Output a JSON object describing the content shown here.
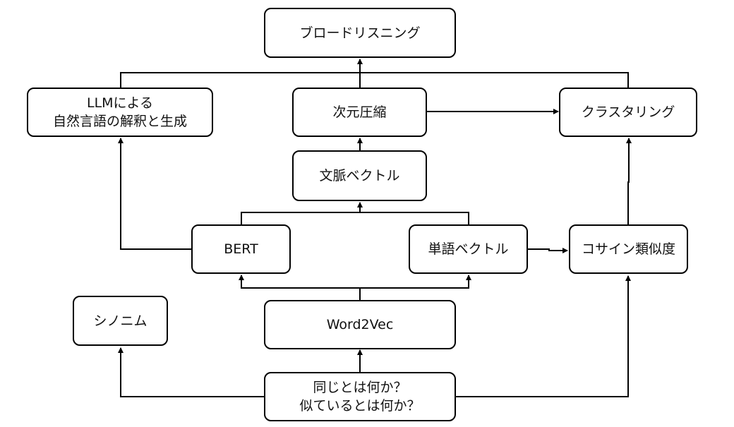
{
  "diagram": {
    "nodes": {
      "broad_listening": "ブロードリスニング",
      "llm": "LLMによる\n自然言語の解釈と生成",
      "dim_reduction": "次元圧縮",
      "clustering": "クラスタリング",
      "context_vector": "文脈ベクトル",
      "bert": "BERT",
      "word_vector": "単語ベクトル",
      "cosine_similarity": "コサイン類似度",
      "synonym": "シノニム",
      "word2vec": "Word2Vec",
      "question": "同じとは何か？\n似ているとは何か？"
    },
    "edges": [
      {
        "from": "question",
        "to": "synonym"
      },
      {
        "from": "question",
        "to": "word2vec"
      },
      {
        "from": "question",
        "to": "cosine_similarity"
      },
      {
        "from": "word2vec",
        "to": "bert"
      },
      {
        "from": "word2vec",
        "to": "word_vector"
      },
      {
        "from": "bert",
        "to": "llm"
      },
      {
        "from": "bert",
        "to": "context_vector"
      },
      {
        "from": "word_vector",
        "to": "context_vector"
      },
      {
        "from": "word_vector",
        "to": "cosine_similarity"
      },
      {
        "from": "context_vector",
        "to": "dim_reduction"
      },
      {
        "from": "cosine_similarity",
        "to": "clustering"
      },
      {
        "from": "dim_reduction",
        "to": "clustering"
      },
      {
        "from": "llm",
        "to": "broad_listening"
      },
      {
        "from": "dim_reduction",
        "to": "broad_listening"
      },
      {
        "from": "clustering",
        "to": "broad_listening"
      }
    ]
  }
}
